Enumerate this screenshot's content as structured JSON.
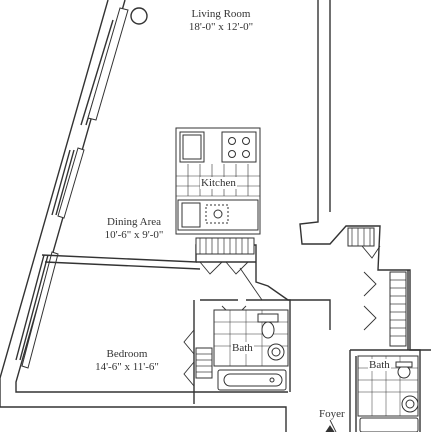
{
  "rooms": {
    "living": {
      "name": "Living Room",
      "dims": "18'-0\" x 12'-0\""
    },
    "dining": {
      "name": "Dining Area",
      "dims": "10'-6\" x 9'-0\""
    },
    "bedroom": {
      "name": "Bedroom",
      "dims": "14'-6\" x 11'-6\""
    },
    "kitchen": {
      "name": "Kitchen"
    },
    "bath1": {
      "name": "Bath"
    },
    "bath2": {
      "name": "Bath"
    },
    "foyer": {
      "name": "Foyer"
    }
  }
}
